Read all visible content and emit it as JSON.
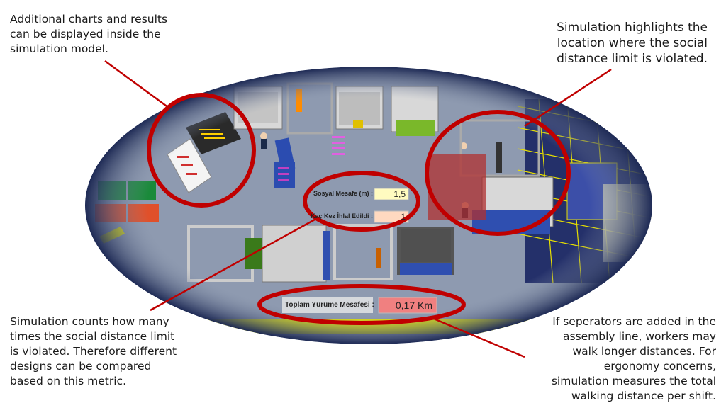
{
  "annotations": {
    "top_left": [
      "Additional charts and results",
      "can be displayed inside the",
      "simulation model."
    ],
    "top_right": [
      "Simulation highlights the",
      "location where the social",
      "distance limit is violated."
    ],
    "bottom_left": [
      "Simulation counts how many",
      "times the social distance limit",
      "is violated. Therefore different",
      "designs can be compared",
      "based on this metric."
    ],
    "bottom_right": [
      "If seperators are added in the",
      "assembly line, workers may",
      "walk longer distances. For",
      "ergonomy concerns,",
      "simulation measures the total",
      "walking distance per shift."
    ]
  },
  "sim": {
    "social_distance_label": "Sosyal Mesafe (m) :",
    "social_distance_value": "1,5",
    "violation_label": "Kaç Kez İhlal Edildi :",
    "violation_value": "1",
    "walking_label": "Toplam Yürüme Mesafesi :",
    "walking_value": "0,17 Km"
  },
  "colors": {
    "highlight_ring": "#c00000",
    "floor": "#8e9ab0",
    "vignette": "#1e2a55",
    "social_distance_box": "#fffbc0",
    "violation_box": "#ffd9c0",
    "walking_box": "#f08080"
  }
}
